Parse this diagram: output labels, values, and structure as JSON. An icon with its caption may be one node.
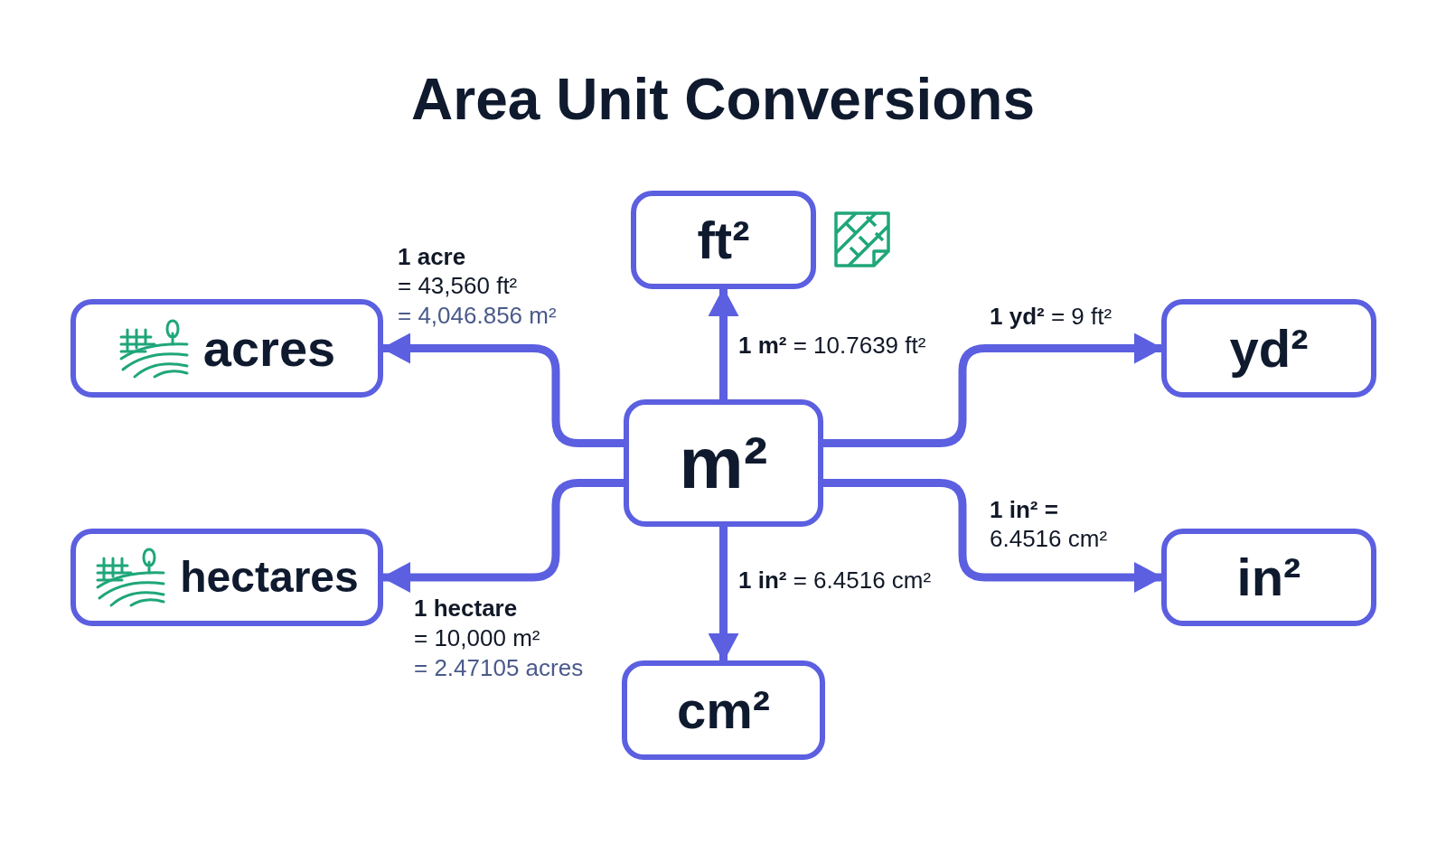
{
  "diagram": {
    "title": "Area Unit Conversions",
    "nodes": [
      {
        "text": [
          "ft²"
        ]
      },
      {
        "text": [
          "acres"
        ]
      },
      {
        "text": [
          "m²"
        ]
      },
      {
        "text": [
          "yd²"
        ]
      },
      {
        "text": [
          "hectares"
        ]
      },
      {
        "text": [
          "in²"
        ]
      },
      {
        "text": [
          "cm²"
        ]
      }
    ],
    "edges": [
      {
        "from": 2,
        "to": 0,
        "arrow": "to",
        "label": "**1 m²** = 10.7639 ft²"
      },
      {
        "from": 2,
        "to": 1,
        "arrow": "to",
        "label": "**1 acre**"
      },
      {
        "from": 2,
        "to": 3,
        "arrow": "to",
        "label": "**1 yd²** = 9 ft²"
      },
      {
        "from": 2,
        "to": 4,
        "arrow": "to",
        "label": "**1 hectare**"
      },
      {
        "from": 2,
        "to": 5,
        "arrow": "to",
        "label": "**1 in² =** 6.4516 cm²"
      },
      {
        "from": 2,
        "to": 6,
        "arrow": "to",
        "label": "**1 in²** = 6.4516 cm²"
      }
    ],
    "labels": [
      "= 43,560 ft²",
      "= 4,046.856 m²",
      "= 10,000 m²",
      "= 2.47105 acres"
    ]
  }
}
